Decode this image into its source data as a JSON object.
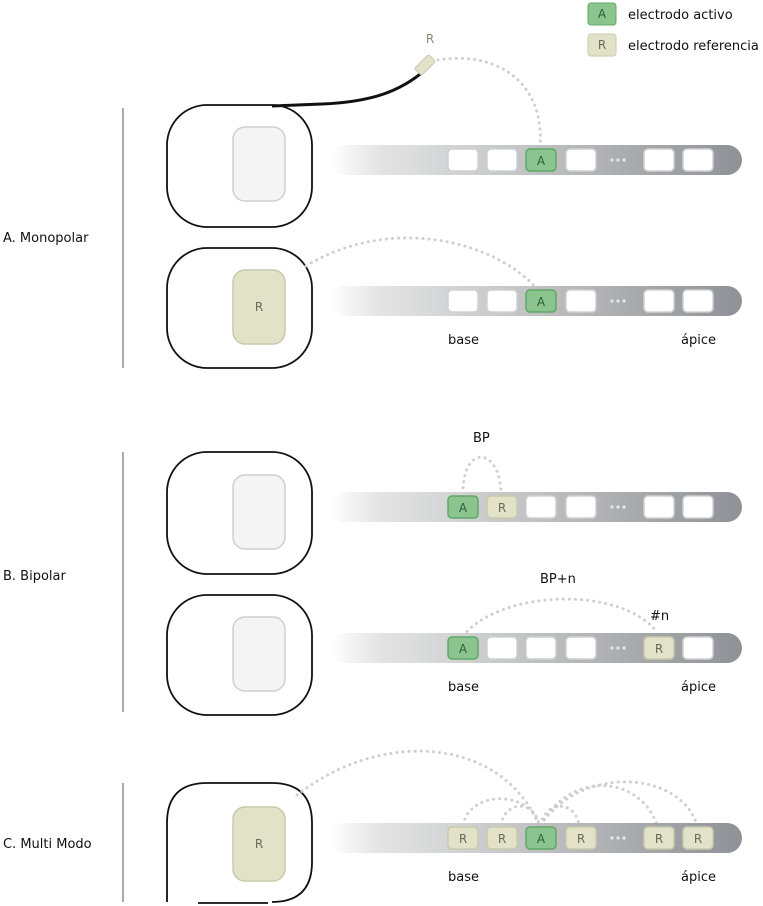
{
  "legend": {
    "active": {
      "letter": "A",
      "label": "electrodo activo"
    },
    "reference": {
      "letter": "R",
      "label": "electrodo referencia"
    }
  },
  "sections": {
    "monopolar": {
      "title": "A. Monopolar"
    },
    "bipolar": {
      "title": "B. Bipolar"
    },
    "multimodo": {
      "title": "C. Multi Modo"
    }
  },
  "lead_reference": "R",
  "implant_reference": "R",
  "labels": {
    "base": "base",
    "apex": "ápice",
    "bp": "BP",
    "bpn": "BP+n",
    "n": "#n"
  },
  "colors": {
    "active_fill": "#8cc48f",
    "active_stroke": "#5fa866",
    "ref_fill": "#e2e2c9",
    "ref_stroke": "#c9c9ad",
    "dots": "#cfcfcf",
    "array_dark": "#8e9296"
  }
}
